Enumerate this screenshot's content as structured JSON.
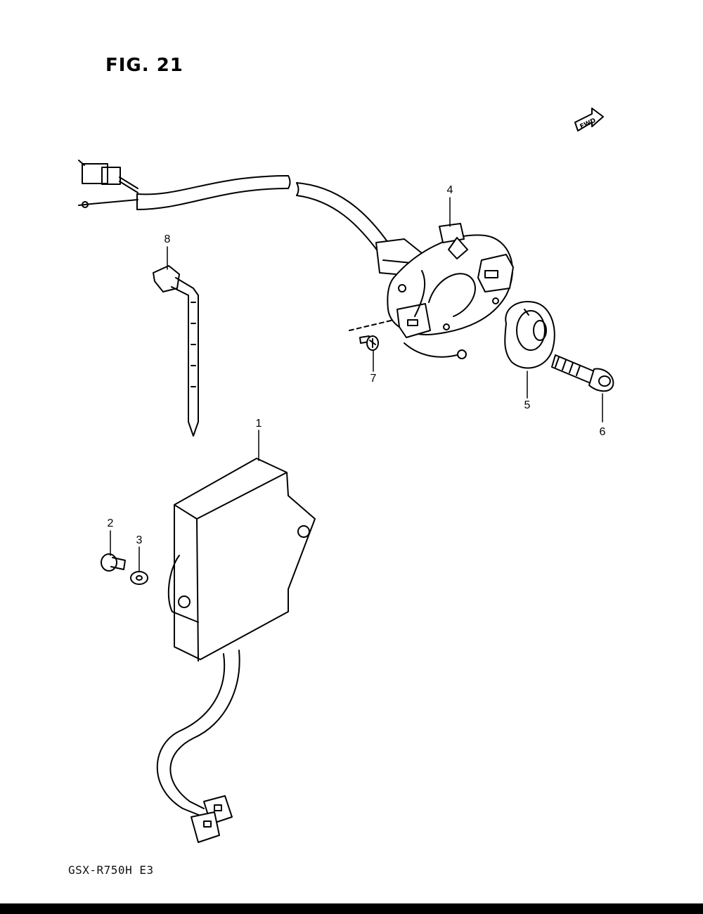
{
  "figure": {
    "title": "FIG. 21"
  },
  "footer": {
    "model": "GSX-R750H  E3"
  },
  "fwd_badge": {
    "label": "FWD"
  },
  "callouts": [
    {
      "id": "1",
      "label": "1"
    },
    {
      "id": "2",
      "label": "2"
    },
    {
      "id": "3",
      "label": "3"
    },
    {
      "id": "4",
      "label": "4"
    },
    {
      "id": "5",
      "label": "5"
    },
    {
      "id": "6",
      "label": "6"
    },
    {
      "id": "7",
      "label": "7"
    },
    {
      "id": "8",
      "label": "8"
    }
  ]
}
